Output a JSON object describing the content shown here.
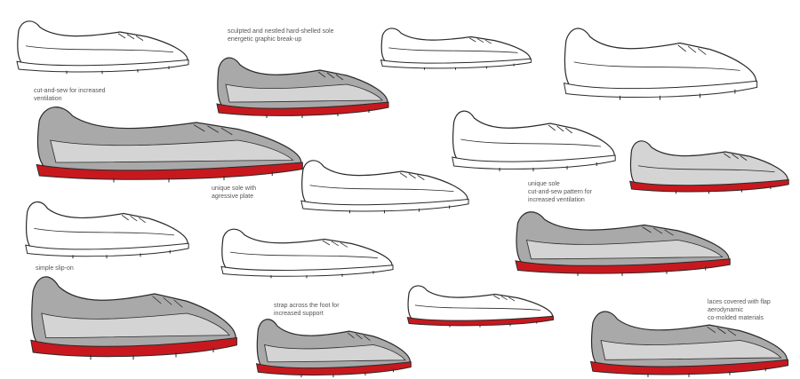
{
  "colors": {
    "accent_red": "#c8181e",
    "gray_fill": "#a9a9a9",
    "light_gray": "#d4d4d4",
    "ink": "#2a2a2a"
  },
  "annotations": [
    {
      "id": "sculpted",
      "lines": [
        "sculpted and nestled hard-shelled sole",
        "energetic graphic break-up"
      ]
    },
    {
      "id": "cut-and-sew",
      "lines": [
        "cut-and-sew for increased",
        "ventilation"
      ]
    },
    {
      "id": "unique-sole-plate",
      "lines": [
        "unique sole with",
        "agressive plate"
      ]
    },
    {
      "id": "unique-sole-pattern",
      "lines": [
        "unique sole",
        "cut-and-sew pattern for",
        "increased ventilation"
      ]
    },
    {
      "id": "slip-on",
      "lines": [
        "simple slip-on"
      ]
    },
    {
      "id": "strap",
      "lines": [
        "strap across the foot for",
        "increased support"
      ]
    },
    {
      "id": "laces-flap",
      "lines": [
        "laces covered with flap",
        "aerodynamic",
        "co-molded materials"
      ]
    }
  ]
}
